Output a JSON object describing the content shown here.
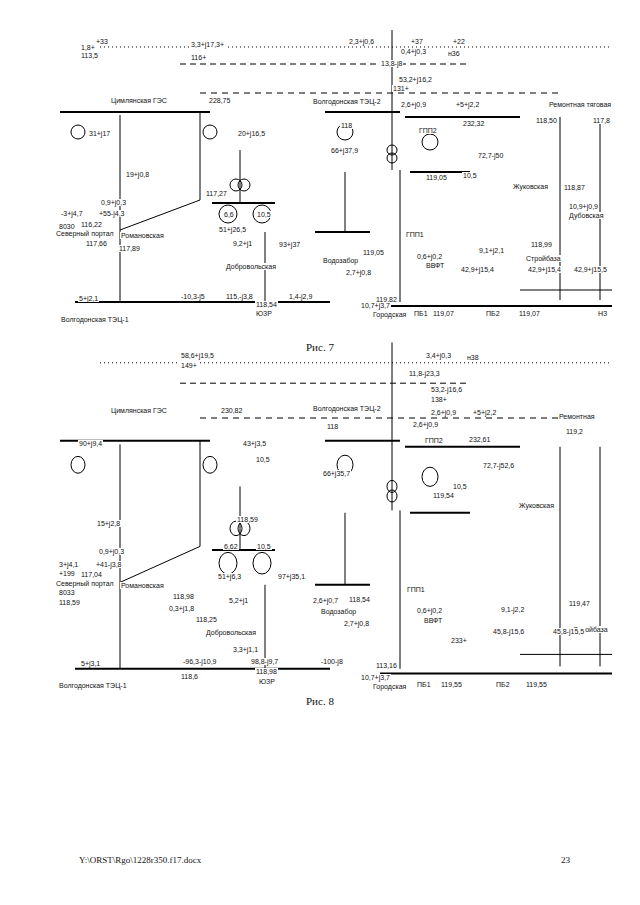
{
  "diagram": {
    "labels": [
      "1,8+",
      "+33",
      "113,5",
      "3,3+j17,3+",
      "116+",
      "2,3+j0,6",
      "+37",
      "+22",
      "0,4+j0,3",
      "н36",
      "13,8-j8",
      "53,2+j16,2",
      "131+",
      "Цимлянская ГЭС",
      "228,75",
      "Волгодонская ТЭЦ-2",
      "2,6+j0,9",
      "+5+j2,2",
      "Ремонтная тяговая",
      "118,50",
      "117,8",
      "232,32",
      "ГПП2",
      "118",
      "31+j17",
      "20+j16,5",
      "66+j37,9",
      "72,7-j50",
      "10,5",
      "19+j0,8",
      "117,27",
      "119,05",
      "Жуковская",
      "118,87",
      "0,9+j0,3",
      "-3+j4,7",
      "+55-j4,3",
      "8030",
      "116,22",
      "Северный портал",
      "117,66",
      "Романовская",
      "117,89",
      "10,9+j0,9",
      "Дубовская",
      "6,6",
      "10,5",
      "51+j26,5",
      "93+j37",
      "9,2+j1",
      "Добровольская",
      "Водозабор",
      "119,05",
      "2,7+j0,8",
      "ГПП1",
      "0,6+j0,2",
      "ВВФТ",
      "9,1+j2,1",
      "118,99",
      "Стройбаза",
      "42,9+j15,4",
      "42,9+j15,4",
      "42,9+j15,5",
      "5+j2,1",
      "-10,3-j5",
      "115,-j3,8",
      "1,4-j2,9",
      "118,54",
      "119,82",
      "10,7+j3,7",
      "Городская",
      "ЮЗР",
      "ПБ1",
      "119,07",
      "ПБ2",
      "119,07",
      "НЗ",
      "Волгодонская ТЭЦ-1",
      "Рис. 7",
      "58,6+j19,5",
      "149+",
      "3,4+j0,3",
      "н38",
      "11,8-j23,3",
      "53,2-j16,6",
      "138+",
      "Цимлянская ГЭС",
      "230,82",
      "Волгодонская ТЭЦ-2",
      "2,6+j0,9",
      "+5+j2,2",
      "Ремонтная",
      "119,2",
      "2,6+j0,9",
      "118",
      "ГПП2",
      "232,61",
      "90+j9,4",
      "43+j3,5",
      "10,5",
      "66+j35,7",
      "72,7-j52,6",
      "10,5",
      "15+j2,8",
      "118,59",
      "119,54",
      "Жуковская",
      "0,9+j0,3",
      "3+j4,1",
      "+41-j3,8",
      "+199",
      "117,04",
      "Северный портал",
      "8033",
      "Романовская",
      "118,59",
      "118,98",
      "6,62",
      "10,5",
      "51+j6,3",
      "97+j35,1",
      "5,2+j1",
      "0,3+j1,8",
      "118,25",
      "Добровольская",
      "2,6+j0,7",
      "118,54",
      "Водозабор",
      "2,7+j0,8",
      "ГПП1",
      "0,6+j0,2",
      "ВВФТ",
      "9,1-j2,2",
      "119,47",
      "Стройбаза",
      "45,8-j15,6",
      "45,8-j15,5",
      "233+",
      "3,3+j1,1",
      "5+j3,1",
      "-96,3-j10,9",
      "98,8-j9,7",
      "-100-j8",
      "118,98",
      "ЮЗР",
      "113,16",
      "10,7+j3,7",
      "Городская",
      "ПБ1",
      "119,55",
      "ПБ2",
      "119,55",
      "Волгодонская ТЭЦ-1",
      "118,6",
      "Рис. 8",
      "Y:\\ORST\\Rgo\\1228r350.f17.docx",
      "23"
    ]
  }
}
